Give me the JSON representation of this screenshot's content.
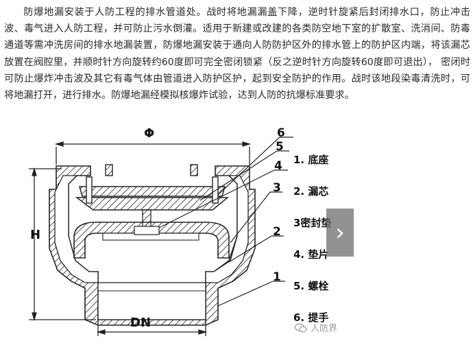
{
  "article": {
    "paragraph": "防爆地漏安装于人防工程的排水管道处。战时将地漏漏盖下降，逆时针旋紧后封闭排水口，防止冲击波、毒气进入人防工程，并可防止污水倒灌。适用于新建或改建的各类防空地下室的扩散室、洗消间、防毒通道等需冲洗房间的排水地漏装置，防爆地漏安装于通向人防防护区外的排水管上的防护区内端，将该漏芯放置在阀腔里，并顺时针方向旋转约60度即可完全密闭锁紧（反之逆时针方向旋转60度即可退出）， 密闭时可防止爆炸冲击波及其它有毒气体由管道进入防护区护，起到安全防护的作用。战时该地段染毒清洗时，可将地漏打开，进行排水。防爆地漏经模拟核爆炸试验，达到人防的抗爆标准要求。"
  },
  "figure": {
    "dimension_phi": "Φ",
    "dimension_h": "H",
    "dimension_dn": "DN",
    "callouts": [
      "6",
      "5",
      "4",
      "3",
      "2",
      "1"
    ],
    "legend": [
      "1. 底座",
      "2. 漏芯",
      "3密封垫",
      "4. 垫片",
      "5. 螺栓",
      "6. 提手"
    ]
  },
  "nav": {
    "next_icon": "chevron-right-icon"
  },
  "watermark": {
    "text": "人防界",
    "icon": "wechat-icon"
  }
}
